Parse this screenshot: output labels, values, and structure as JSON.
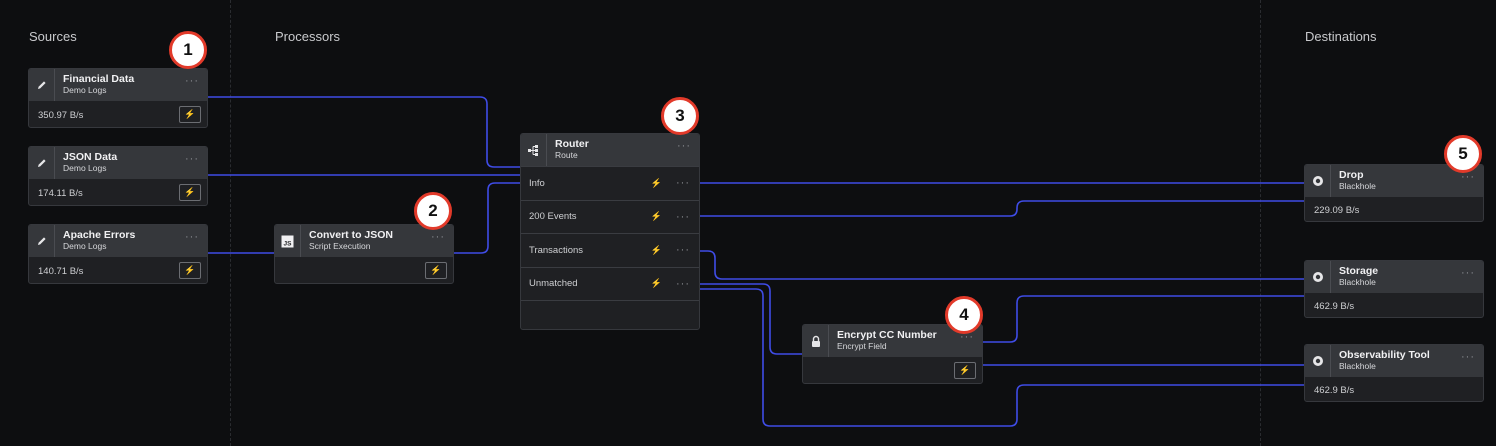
{
  "columns": {
    "sources": "Sources",
    "processors": "Processors",
    "destinations": "Destinations"
  },
  "sources": [
    {
      "title": "Financial Data",
      "subtitle": "Demo Logs",
      "rate": "350.97 B/s",
      "icon": "pencil-icon"
    },
    {
      "title": "JSON Data",
      "subtitle": "Demo Logs",
      "rate": "174.11 B/s",
      "icon": "pencil-icon"
    },
    {
      "title": "Apache Errors",
      "subtitle": "Demo Logs",
      "rate": "140.71 B/s",
      "icon": "pencil-icon"
    }
  ],
  "processors": {
    "convert": {
      "title": "Convert to JSON",
      "subtitle": "Script Execution",
      "icon": "javascript-icon"
    },
    "router": {
      "title": "Router",
      "subtitle": "Route",
      "icon": "route-icon",
      "routes": [
        "Info",
        "200 Events",
        "Transactions",
        "Unmatched"
      ]
    },
    "encrypt": {
      "title": "Encrypt CC Number",
      "subtitle": "Encrypt Field",
      "icon": "lock-icon"
    }
  },
  "destinations": [
    {
      "title": "Drop",
      "subtitle": "Blackhole",
      "rate": "229.09 B/s",
      "icon": "blackhole-icon"
    },
    {
      "title": "Storage",
      "subtitle": "Blackhole",
      "rate": "462.9 B/s",
      "icon": "blackhole-icon"
    },
    {
      "title": "Observability Tool",
      "subtitle": "Blackhole",
      "rate": "462.9 B/s",
      "icon": "blackhole-icon"
    }
  ],
  "callouts": [
    "1",
    "2",
    "3",
    "4",
    "5"
  ],
  "ui": {
    "more": "···",
    "bolt": "⚡"
  },
  "colors": {
    "wire": "#3f4ce6",
    "callout_ring": "#e23a2a",
    "node_header": "#35373b"
  }
}
